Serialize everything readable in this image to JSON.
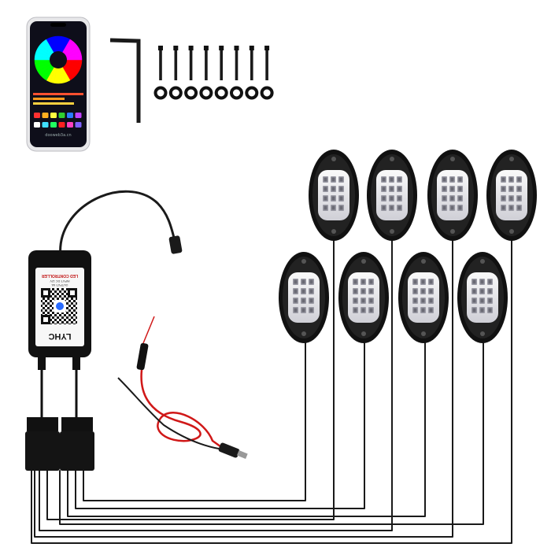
{
  "phone": {
    "app_footer": "dooweb3a.cn",
    "wheel_colors": [
      "#ff0000",
      "#ffff00",
      "#00ff00",
      "#00ffff",
      "#0000ff",
      "#ff00ff",
      "#ff0000"
    ],
    "swatches_row1": [
      "#ff3030",
      "#ffb020",
      "#ffff40",
      "#30d030",
      "#2a7bff",
      "#c040ff"
    ],
    "swatches_row2": [
      "#ffffff",
      "#40e0ff",
      "#20ff60",
      "#ff2020",
      "#ff40c0",
      "#8060ff"
    ]
  },
  "controller": {
    "brand": "LYHC",
    "title": "LED CONTROLLER",
    "spec_lines": [
      "INPUT: DC 12V",
      "OUTPUT: 6A"
    ]
  },
  "hardware": {
    "screw_count": 8,
    "pod_count": 8
  },
  "colors": {
    "pod_body": "#111111",
    "pod_lens": "#e9e9ee",
    "wire": "#1a1a1a",
    "red_wire": "#d01818"
  }
}
